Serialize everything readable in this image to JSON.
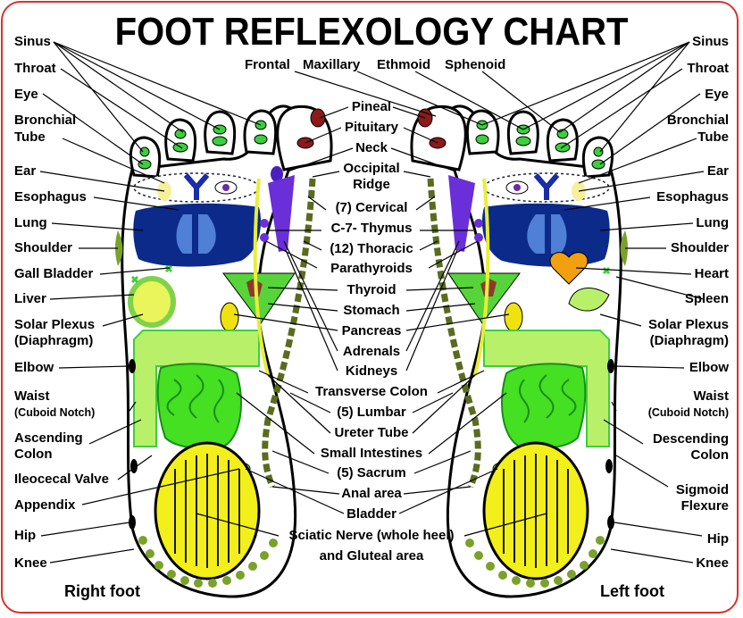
{
  "title": "FOOT REFLEXOLOGY CHART",
  "feet": {
    "right": "Right foot",
    "left": "Left foot"
  },
  "left_labels": [
    "Sinus",
    "Throat",
    "Eye",
    "Bronchial",
    "Tube",
    "Ear",
    "Esophagus",
    "Lung",
    "Shoulder",
    "Gall Bladder",
    "Liver",
    "Solar Plexus",
    "(Diaphragm)",
    "Elbow",
    "Waist",
    "(Cuboid Notch)",
    "Ascending",
    "Colon",
    "Ileocecal Valve",
    "Appendix",
    "Hip",
    "Knee"
  ],
  "right_labels": [
    "Sinus",
    "Throat",
    "Eye",
    "Bronchial",
    "Tube",
    "Ear",
    "Esophagus",
    "Lung",
    "Shoulder",
    "Heart",
    "Spleen",
    "Solar Plexus",
    "(Diaphragm)",
    "Elbow",
    "Waist",
    "(Cuboid Notch)",
    "Descending",
    "Colon",
    "Sigmoid",
    "Flexure",
    "Hip",
    "Knee"
  ],
  "top_labels": [
    "Frontal",
    "Maxillary",
    "Ethmoid",
    "Sphenoid"
  ],
  "center_labels": [
    "Pineal",
    "Pituitary",
    "Neck",
    "Occipital",
    "Ridge",
    "(7) Cervical",
    "C-7- Thymus",
    "(12) Thoracic",
    "Parathyroids",
    "Thyroid",
    "Stomach",
    "Pancreas",
    "Adrenals",
    "Kidneys",
    "Transverse Colon",
    "(5) Lumbar",
    "Ureter Tube",
    "Small Intestines",
    "(5) Sacrum",
    "Anal area",
    "Bladder",
    "Sciatic Nerve (whole heel)",
    "and Gluteal area"
  ],
  "colors": {
    "frame": "#d9322a",
    "lung": "#0b2a8a",
    "lung_inner": "#4f7fd6",
    "intestine": "#44e021",
    "colon": "#b8f06a",
    "heel": "#f2ef1a",
    "spine": "#5a6b1e",
    "pituitary": "#8b1a1a",
    "kidney": "#4a1fc0",
    "stomach": "#56d43a",
    "gall": "#f0e20f",
    "heart": "#f2a00f"
  }
}
